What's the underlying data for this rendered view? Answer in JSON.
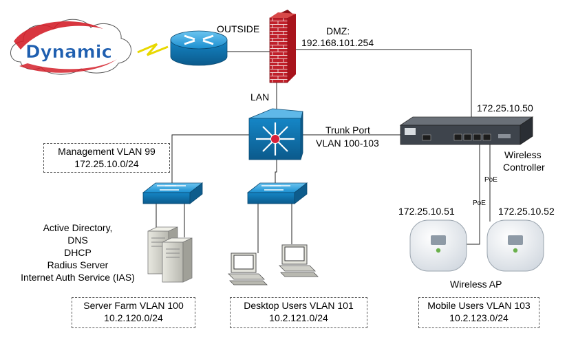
{
  "cloud": {
    "text": "Dynamic"
  },
  "labels": {
    "outside": "OUTSIDE",
    "dmz_title": "DMZ:",
    "dmz_ip": "192.168.101.254",
    "lan": "LAN",
    "trunk_title": "Trunk Port",
    "trunk_vlans": "VLAN 100-103",
    "wlc_ip": "172.25.10.50",
    "wlc_name_1": "Wireless",
    "wlc_name_2": "Controller",
    "poe_1": "PoE",
    "poe_2": "PoE",
    "ap1_ip": "172.25.10.51",
    "ap2_ip": "172.25.10.52",
    "wireless_ap": "Wireless AP",
    "services": [
      "Active Directory,",
      "DNS",
      "DHCP",
      "Radius Server",
      "Internet Auth Service (IAS)"
    ]
  },
  "boxes": {
    "management": {
      "title": "Management VLAN 99",
      "subnet": "172.25.10.0/24"
    },
    "server_farm": {
      "title": "Server Farm VLAN 100",
      "subnet": "10.2.120.0/24"
    },
    "desktop": {
      "title": "Desktop Users VLAN 101",
      "subnet": "10.2.121.0/24"
    },
    "mobile": {
      "title": "Mobile Users VLAN 103",
      "subnet": "10.2.123.0/24"
    }
  },
  "colors": {
    "device_blue": "#1a8fd0",
    "device_dark": "#0e5c8c",
    "firewall_red": "#c0202a",
    "cloud_text": "#1f5fb0",
    "cloud_swoosh": "#d4202a"
  }
}
